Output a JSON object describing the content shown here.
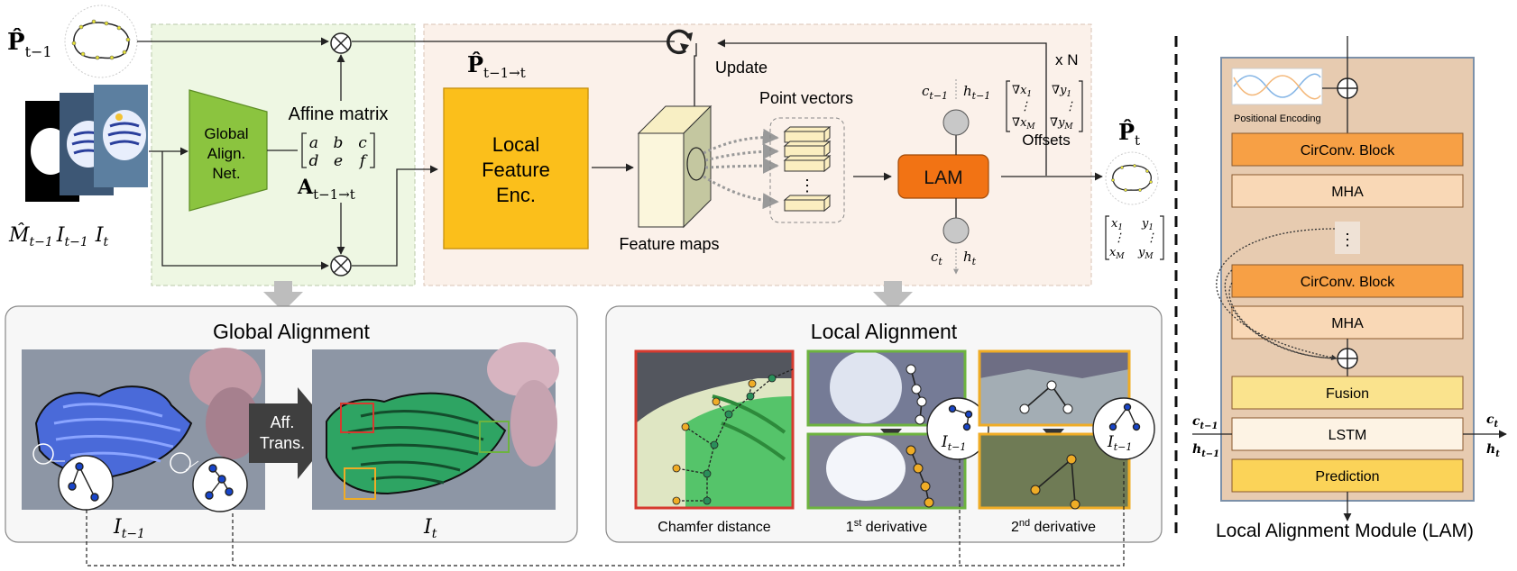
{
  "colors": {
    "global_bg": "#eef7e3",
    "local_bg": "#fbf1ea",
    "lam_bg": "#e7cbb0",
    "global_net": "#8bc43f",
    "feature_enc": "#fbbf1b",
    "lam_box": "#f27314",
    "circonv": "#f7a045",
    "mha": "#f9d8b6",
    "fusion": "#fae38d",
    "lstm": "#fdf3e4",
    "prediction": "#fbd358",
    "fish_blue": "#4a6ad9",
    "fish_green": "#2ea463",
    "frame_red": "#d63a2f",
    "frame_green": "#6db33f",
    "frame_orange": "#efac26"
  },
  "top": {
    "p_prev": "P̂",
    "p_prev_sub": "t−1",
    "p_mid": "P̂",
    "p_mid_sub": "t−1→t",
    "p_out": "P̂",
    "p_out_sub": "t",
    "update": "Update",
    "xn": "x N",
    "global_net": [
      "Global",
      "Align.",
      "Net."
    ],
    "affine_label": "Affine matrix",
    "matrix_row1": [
      "a",
      "b",
      "c"
    ],
    "matrix_row2": [
      "d",
      "e",
      "f"
    ],
    "A_label": "A",
    "A_sub": "t−1→t",
    "local_enc": [
      "Local",
      "Feature",
      "Enc."
    ],
    "feature_maps": "Feature maps",
    "point_vectors": "Point vectors",
    "lam": "LAM",
    "c_prev": "c",
    "c_prev_sub": "t−1",
    "h_prev": "h",
    "h_prev_sub": "t−1",
    "c_t": "c",
    "c_t_sub": "t",
    "h_t": "h",
    "h_t_sub": "t",
    "offsets_label": "Offsets",
    "offsets_row1": [
      "∇x",
      "1",
      "∇y",
      "1"
    ],
    "offsets_row3": [
      "∇x",
      "M",
      "∇y",
      "M"
    ],
    "out_row1": [
      "x",
      "1",
      "y",
      "1"
    ],
    "out_row3": [
      "x",
      "M",
      "y",
      "M"
    ],
    "input_labels": [
      "M̂",
      "t−1",
      "I",
      "t−1",
      "I",
      "t"
    ]
  },
  "global_alignment": {
    "title": "Global Alignment",
    "aff": [
      "Aff.",
      "Trans."
    ],
    "label_left": "I",
    "label_left_sub": "t−1",
    "label_right": "I",
    "label_right_sub": "t"
  },
  "local_alignment": {
    "title": "Local Alignment",
    "chamfer": "Chamfer distance",
    "first_prefix": "1",
    "first_sup": "st",
    "first_suffix": " derivative",
    "second_prefix": "2",
    "second_sup": "nd",
    "second_suffix": " derivative",
    "circle_label": "I",
    "circle_label_sub": "t−1"
  },
  "lam_module": {
    "positional_encoding": "Positional Encoding",
    "blocks": [
      "CirConv. Block",
      "MHA",
      "CirConv. Block",
      "MHA",
      "Fusion",
      "LSTM",
      "Prediction"
    ],
    "ellipsis": "⋮",
    "c_in": "c",
    "c_in_sub": "t−1",
    "h_in": "h",
    "h_in_sub": "t−1",
    "c_out": "c",
    "c_out_sub": "t",
    "h_out": "h",
    "h_out_sub": "t",
    "caption": "Local Alignment Module (LAM)"
  }
}
